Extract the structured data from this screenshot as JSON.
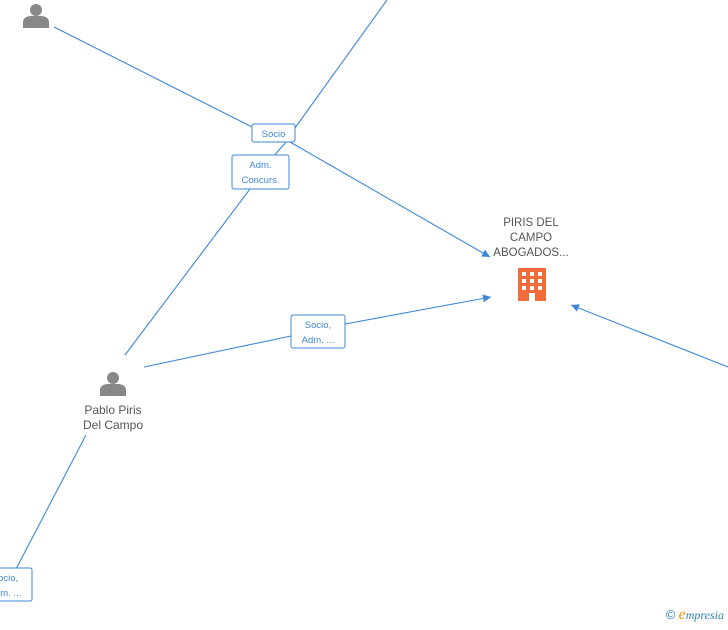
{
  "nodes": {
    "person_top": {
      "label": ""
    },
    "person_pablo": {
      "label_line1": "Pablo Piris",
      "label_line2": "Del Campo"
    },
    "company": {
      "label_line1": "PIRIS DEL",
      "label_line2": "CAMPO",
      "label_line3": "ABOGADOS..."
    }
  },
  "edge_labels": {
    "socio_top": "Socio",
    "adm_line1": "Adm.",
    "adm_line2": "Concurs.",
    "socio_adm_line1": "Socio,",
    "socio_adm_line2": "Adm. ...",
    "bottom_line1": "Socio,",
    "bottom_line2": "Adm. ..."
  },
  "colors": {
    "edge": "#3f88d8",
    "person_icon": "#888888",
    "company_icon": "#f26b3a"
  },
  "watermark": {
    "copyright": "©",
    "e_letter": "e",
    "brand": "mpresia"
  }
}
